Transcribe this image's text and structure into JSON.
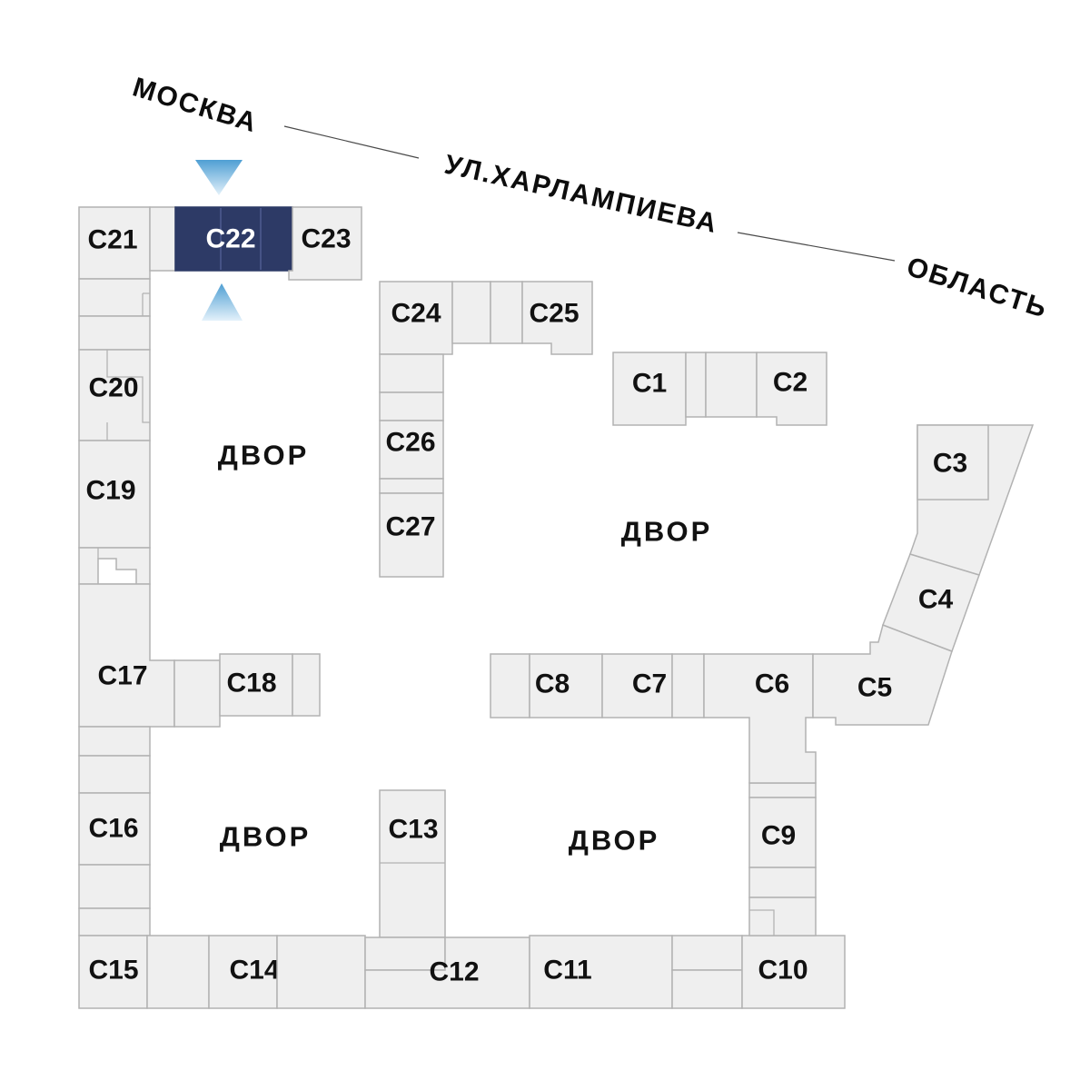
{
  "map": {
    "selected_building": "С22",
    "streets": {
      "city_label": "МОСКВА",
      "street_label": "УЛ.ХАРЛАМПИЕВА",
      "region_label": "ОБЛАСТЬ"
    },
    "courtyards": {
      "top_left": "ДВОР",
      "right": "ДВОР",
      "bottom_left": "ДВОР",
      "bottom_middle": "ДВОР"
    },
    "buildings": {
      "b1": {
        "label": "С1"
      },
      "b2": {
        "label": "С2"
      },
      "b3": {
        "label": "С3"
      },
      "b4": {
        "label": "С4"
      },
      "b5": {
        "label": "С5"
      },
      "b6": {
        "label": "С6"
      },
      "b7": {
        "label": "С7"
      },
      "b8": {
        "label": "С8"
      },
      "b9": {
        "label": "С9"
      },
      "b10": {
        "label": "С10"
      },
      "b11": {
        "label": "С11"
      },
      "b12": {
        "label": "С12"
      },
      "b13": {
        "label": "С13"
      },
      "b14": {
        "label": "С14"
      },
      "b15": {
        "label": "С15"
      },
      "b16": {
        "label": "С16"
      },
      "b17": {
        "label": "С17"
      },
      "b18": {
        "label": "С18"
      },
      "b19": {
        "label": "С19"
      },
      "b20": {
        "label": "С20"
      },
      "b21": {
        "label": "С21"
      },
      "b22": {
        "label": "С22"
      },
      "b23": {
        "label": "С23"
      },
      "b24": {
        "label": "С24"
      },
      "b25": {
        "label": "С25"
      },
      "b26": {
        "label": "С26"
      },
      "b27": {
        "label": "С27"
      }
    },
    "colors": {
      "highlight": "#2d3a66",
      "block_fill": "#efefef",
      "block_stroke": "#b2b2b2",
      "arrow_start": "#4f9fd3",
      "arrow_end": "#e3f1fa",
      "label_color": "#111111",
      "selected_label_color": "#ffffff"
    }
  }
}
